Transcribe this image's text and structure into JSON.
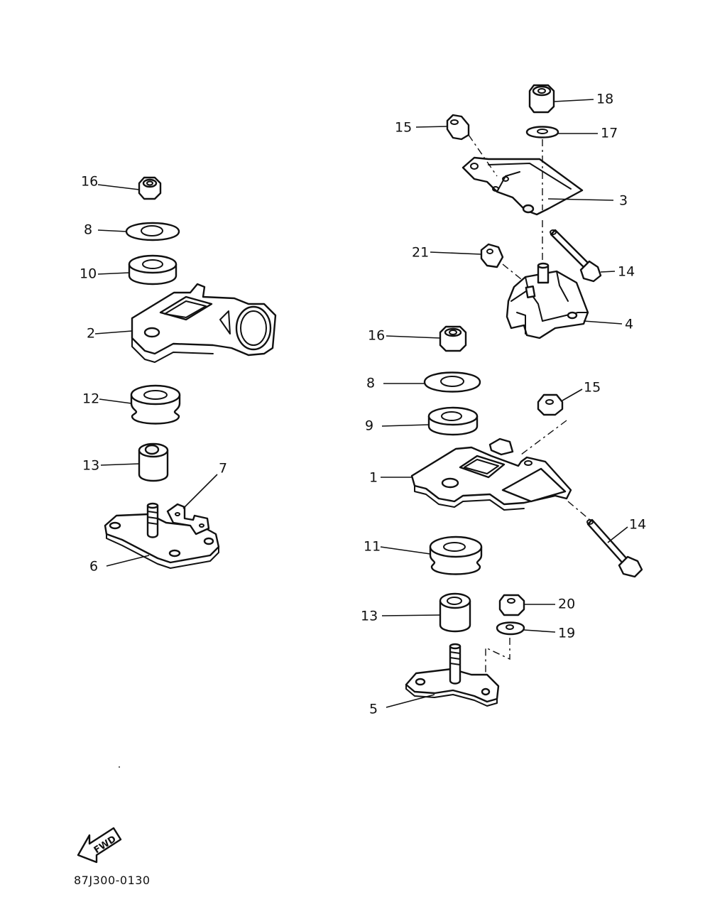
{
  "callouts": {
    "left": {
      "c16": "16",
      "c8": "8",
      "c10": "10",
      "c2": "2",
      "c12": "12",
      "c13": "13",
      "c7": "7",
      "c6": "6"
    },
    "right": {
      "c18": "18",
      "c15a": "15",
      "c17": "17",
      "c3": "3",
      "c14a": "14",
      "c21": "21",
      "c4": "4",
      "c16": "16",
      "c15b": "15",
      "c8": "8",
      "c9": "9",
      "c1": "1",
      "c14b": "14",
      "c11": "11",
      "c20": "20",
      "c13": "13",
      "c19": "19",
      "c5": "5"
    }
  },
  "fwd_label": "FWD",
  "part_code": "87J300-0130"
}
